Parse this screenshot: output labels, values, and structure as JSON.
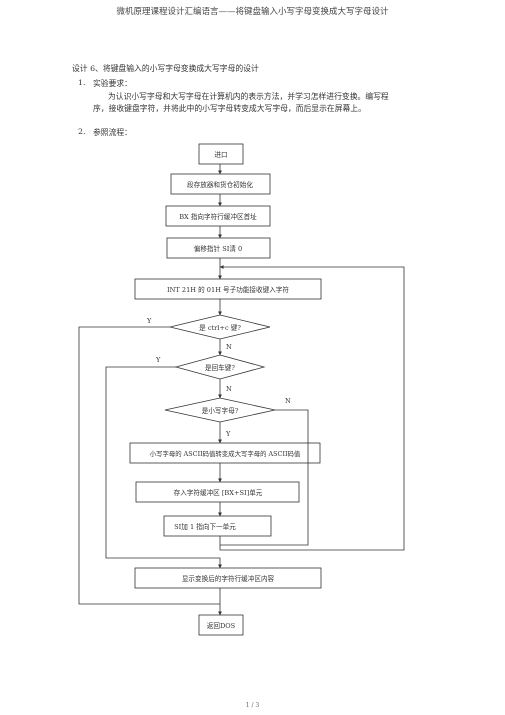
{
  "header": "微机原理课程设计汇编语言——将键盘输入小写字母变换成大写字母设计",
  "section_title": "设计 6、将键盘输入的小写字母变换成大写字母的设计",
  "req_num": "1.",
  "req_label": "实验要求：",
  "req_line1": "为认识小写字母和大写字母在计算机内的表示方法，并学习怎样进行变换。编写程",
  "req_line2": "序，接收键盘字符，并将此中的小写字母转变成大写字母，而后显示在屏幕上。",
  "flow_num": "2.",
  "flow_label": "参照流程：",
  "flowchart": {
    "start": "进口",
    "init": "段存放器和货仓初始化",
    "bx": "BX 指向字符行缓冲区首址",
    "si": "偏移指针 SI清 0",
    "int21": "INT 21H 的 01H 号子功能接收键入字符",
    "ctrlc": "是 ctrl+c 键?",
    "enter": "是回车键?",
    "lower": "是小写字母?",
    "convert": "小写字母的 ASCII码值转变成大写字母的 ASCII码值",
    "store": "存入字符缓冲区 [BX+SI]单元",
    "inc": "SI加 1 指向下一单元",
    "display": "显示变换后的字符行缓冲区内容",
    "ret": "返回DOS",
    "y1": "Y",
    "n1": "N",
    "y2": "Y",
    "n2": "N",
    "n3": "N",
    "y3": "Y"
  },
  "page_number": "1 / 3"
}
